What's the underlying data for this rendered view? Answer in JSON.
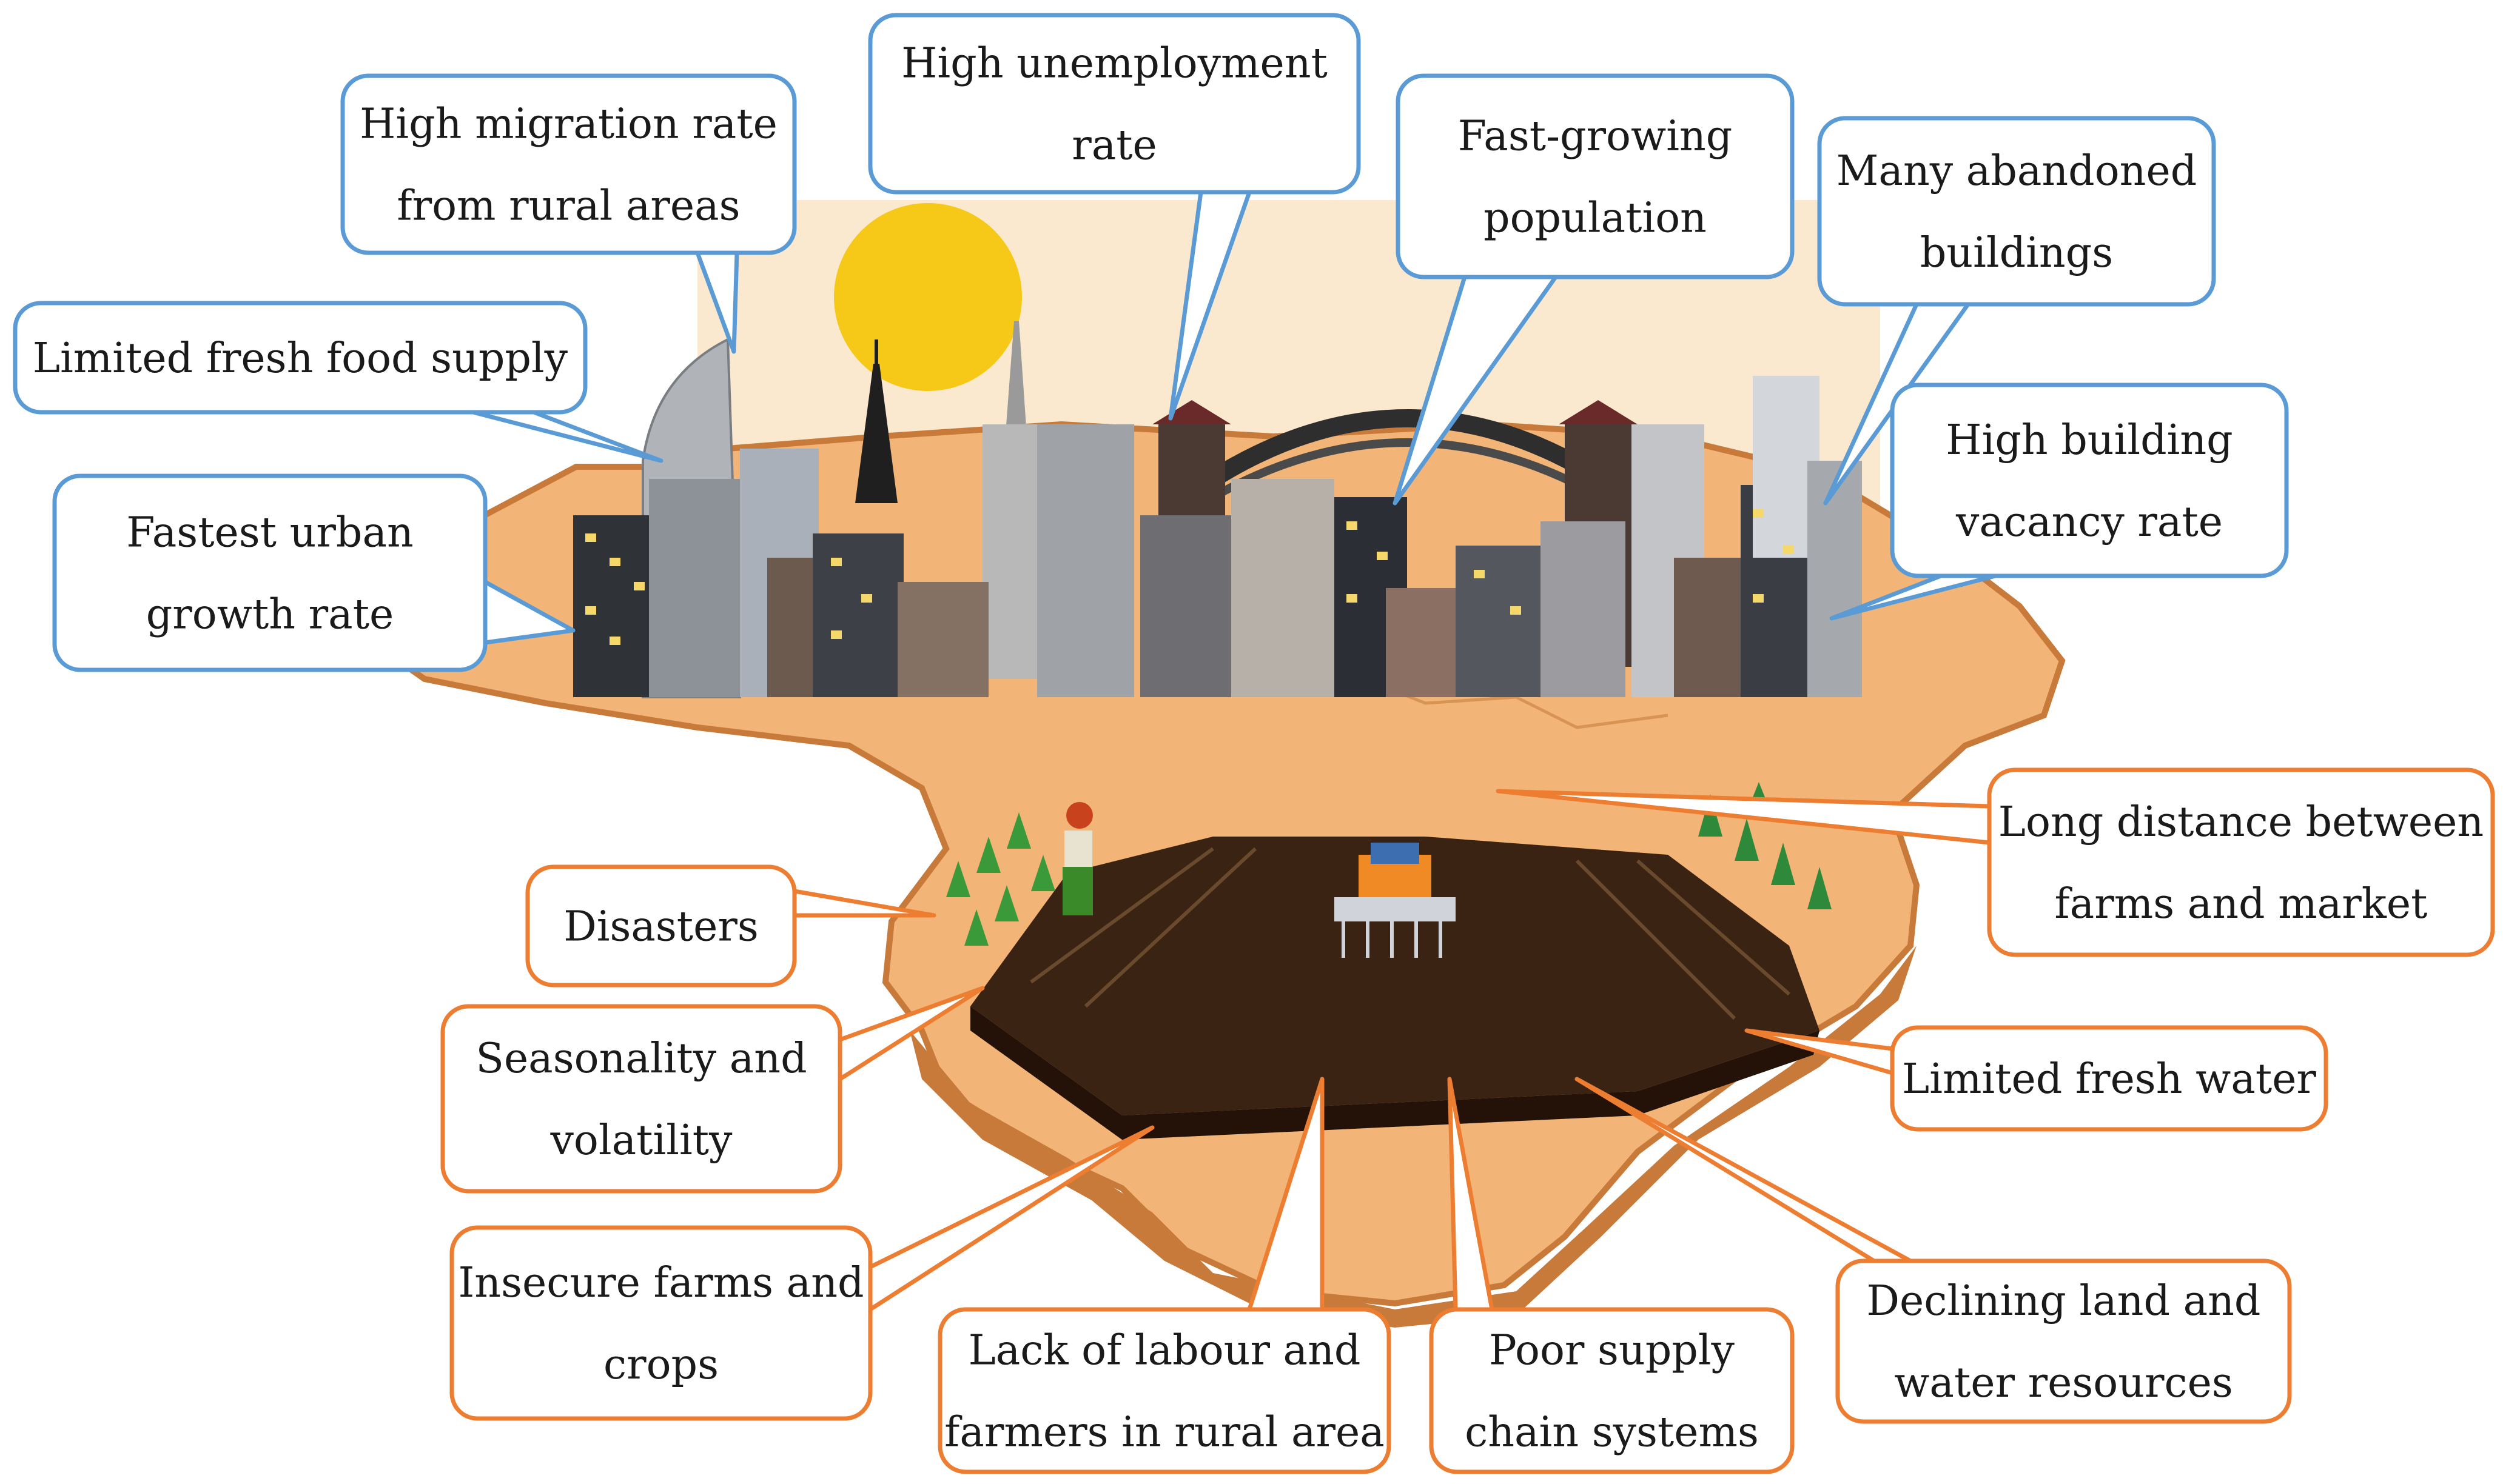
{
  "colors": {
    "urban_border": "#5b9bd5",
    "rural_border": "#ed7d31",
    "land": "#f2b577",
    "land_edge": "#c77a3a",
    "soil": "#3b2314",
    "sun": "#f6c817",
    "sky": "#f9e5c4"
  },
  "urban_callouts": [
    {
      "id": "migration",
      "lines": [
        "High migration rate",
        "from rural areas"
      ]
    },
    {
      "id": "unemployment",
      "lines": [
        "High unemployment",
        "rate"
      ]
    },
    {
      "id": "population",
      "lines": [
        "Fast-growing",
        "population"
      ]
    },
    {
      "id": "abandoned",
      "lines": [
        "Many abandoned",
        "buildings"
      ]
    },
    {
      "id": "food",
      "lines": [
        "Limited fresh food supply"
      ]
    },
    {
      "id": "vacancy",
      "lines": [
        "High building",
        "vacancy rate"
      ]
    },
    {
      "id": "growth",
      "lines": [
        "Fastest urban",
        "growth rate"
      ]
    }
  ],
  "rural_callouts": [
    {
      "id": "distance",
      "lines": [
        "Long distance between",
        "farms and market"
      ]
    },
    {
      "id": "disasters",
      "lines": [
        "Disasters"
      ]
    },
    {
      "id": "seasonality",
      "lines": [
        "Seasonality and",
        "volatility"
      ]
    },
    {
      "id": "water",
      "lines": [
        "Limited fresh water"
      ]
    },
    {
      "id": "insecure",
      "lines": [
        "Insecure farms and",
        "crops"
      ]
    },
    {
      "id": "declining",
      "lines": [
        "Declining land and",
        "water resources"
      ]
    },
    {
      "id": "labour",
      "lines": [
        "Lack of labour and",
        "farmers in rural area"
      ]
    },
    {
      "id": "supply",
      "lines": [
        "Poor supply",
        "chain systems"
      ]
    }
  ]
}
